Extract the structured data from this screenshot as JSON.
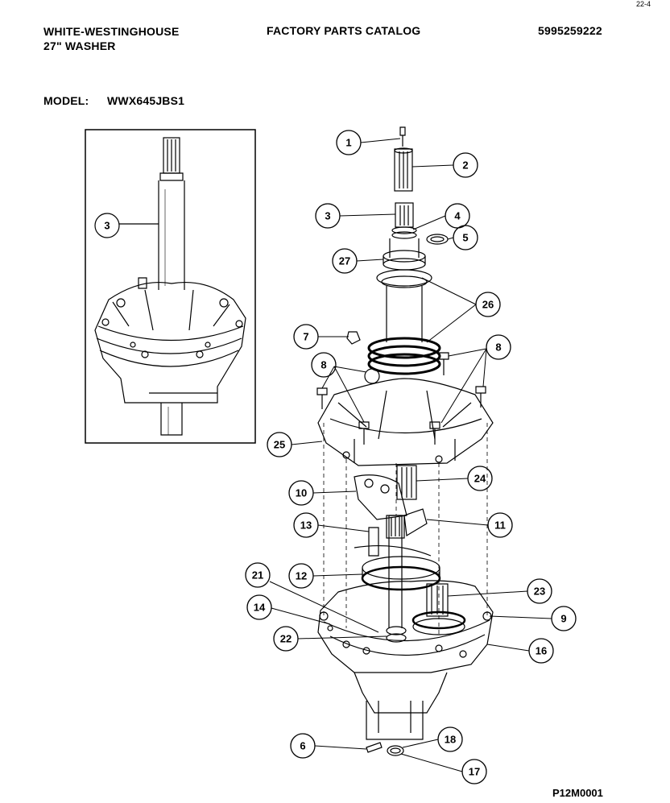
{
  "header": {
    "brand_line1": "WHITE-WESTINGHOUSE",
    "brand_line2": "27\" WASHER",
    "catalog_title": "FACTORY PARTS CATALOG",
    "part_number": "5995259222",
    "model_label": "MODEL:",
    "model_value": "WWX645JBS1",
    "corner_mark": "22-4"
  },
  "footer": {
    "page_ref": "P12M0001"
  },
  "callouts": {
    "inset_3": "3",
    "c1": "1",
    "c2": "2",
    "c3": "3",
    "c4": "4",
    "c5": "5",
    "c27": "27",
    "c26": "26",
    "c7": "7",
    "c8a": "8",
    "c8b": "8",
    "c25": "25",
    "c10": "10",
    "c24": "24",
    "c13": "13",
    "c11": "11",
    "c21": "21",
    "c12": "12",
    "c23": "23",
    "c14": "14",
    "c9": "9",
    "c22": "22",
    "c16": "16",
    "c6": "6",
    "c18": "18",
    "c17": "17"
  }
}
